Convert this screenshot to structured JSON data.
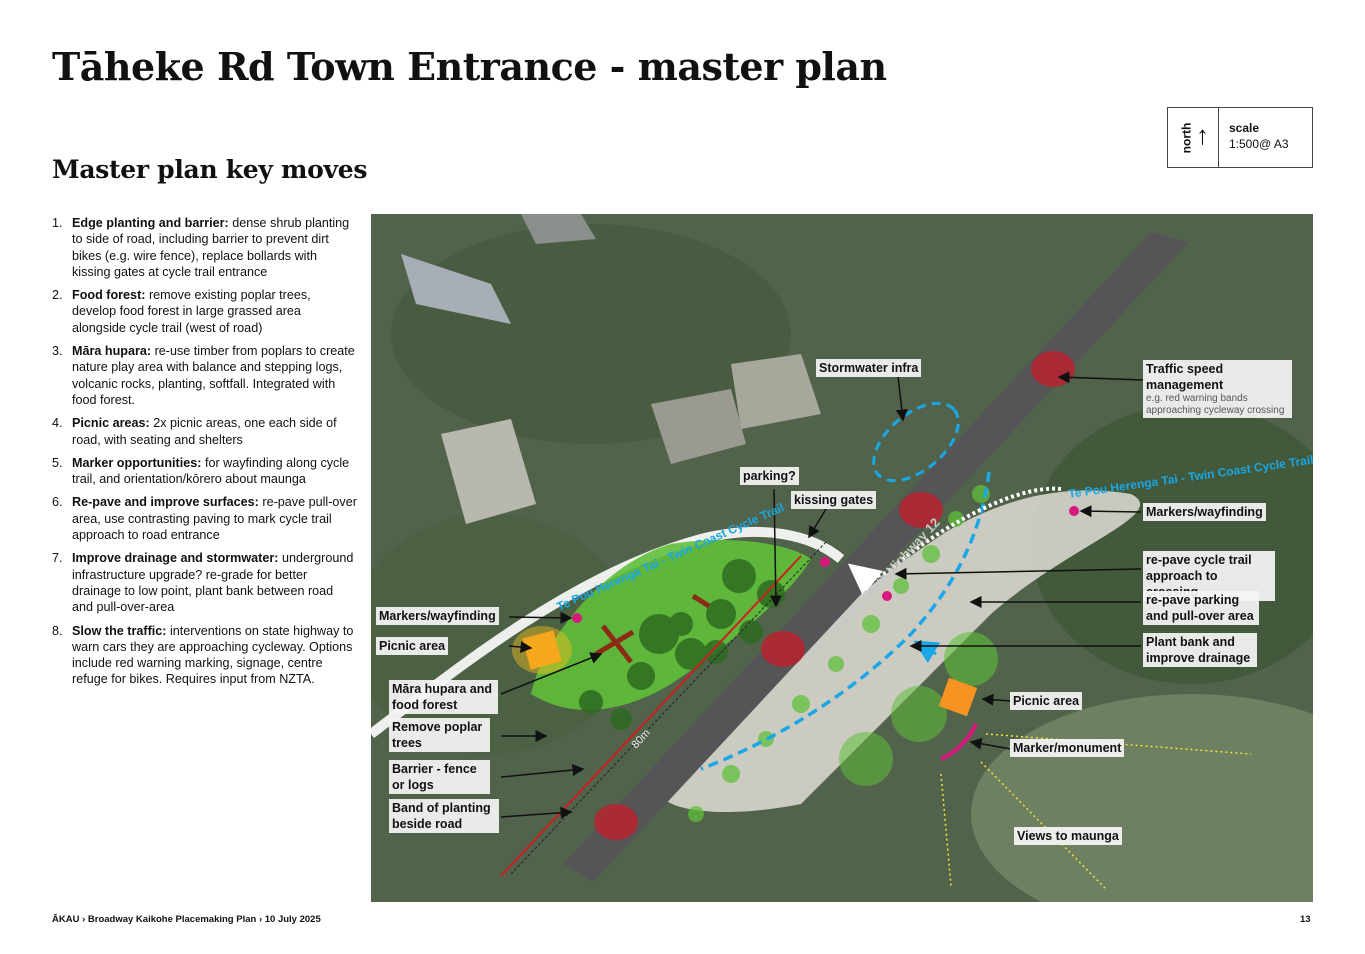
{
  "title": "Tāheke Rd Town Entrance - master plan",
  "subtitle": "Master plan key moves",
  "north_box": {
    "north_label": "north",
    "scale_label": "scale",
    "scale_value": "1:500@ A3"
  },
  "moves": [
    {
      "num": "1.",
      "head": "Edge planting and barrier:",
      "text": " dense shrub planting to side of road, including barrier to prevent dirt bikes (e.g. wire fence), replace bollards with kissing gates at cycle trail entrance"
    },
    {
      "num": "2.",
      "head": "Food forest:",
      "text": " remove existing poplar trees, develop food forest in large grassed area alongside cycle trail (west of road)"
    },
    {
      "num": "3.",
      "head": "Māra hupara:",
      "text": " re-use timber from poplars to create nature play area with balance and stepping logs, volcanic rocks, planting, softfall. Integrated with food forest."
    },
    {
      "num": "4.",
      "head": "Picnic areas:",
      "text": " 2x picnic areas, one each side of road, with seating and shelters"
    },
    {
      "num": "5.",
      "head": "Marker opportunities:",
      "text": " for wayfinding along cycle trail, and orientation/kōrero about maunga"
    },
    {
      "num": "6.",
      "head": "Re-pave and improve surfaces:",
      "text": " re-pave pull-over area, use contrasting paving to mark cycle trail approach to road entrance"
    },
    {
      "num": "7.",
      "head": "Improve drainage and stormwater:",
      "text": " underground infrastructure upgrade? re-grade for better drainage to low point, plant bank between road and pull-over-area"
    },
    {
      "num": "8.",
      "head": "Slow the traffic:",
      "text": " interventions on state highway to warn cars they are approaching cycleway. Options include red warning marking, signage, centre refuge for bikes. Requires input from NZTA."
    }
  ],
  "map_labels": {
    "stormwater": "Stormwater infra",
    "traffic_speed": "Traffic speed management",
    "traffic_speed_note": "e.g. red warning bands approaching cycleway crossing",
    "parking": "parking?",
    "kissing_gates": "kissing gates",
    "markers_right": "Markers/wayfinding",
    "repave_trail": "re-pave cycle trail approach to crossing",
    "repave_parking": "re-pave parking and pull-over area",
    "plant_bank": "Plant bank and improve drainage",
    "markers_left": "Markers/wayfinding",
    "picnic_left": "Picnic area",
    "picnic_right": "Picnic area",
    "marker_monument": "Marker/monument",
    "mara_hupara": "Māra hupara and food forest",
    "remove_poplar": "Remove poplar trees",
    "barrier": "Barrier - fence or logs",
    "band_planting": "Band of planting beside road",
    "views": "Views to maunga",
    "trail_name_left": "Te Pou Herenga Tai - Twin Coast Cycle Trail",
    "trail_name_right": "Te Pou Herenga Tai - Twin Coast Cycle Trail",
    "road_name": "New Zealand State Highway 12",
    "dimension": "80m"
  },
  "colors": {
    "road": "#555558",
    "planting": "#5fbf3a",
    "trail_blue": "#1aa7e6",
    "red_band": "#b8222f",
    "picnic": "#f79321",
    "marker": "#d6187f"
  },
  "footer": "ĀKAU › Broadway Kaikohe Placemaking Plan › 10 July 2025",
  "page_number": "13"
}
